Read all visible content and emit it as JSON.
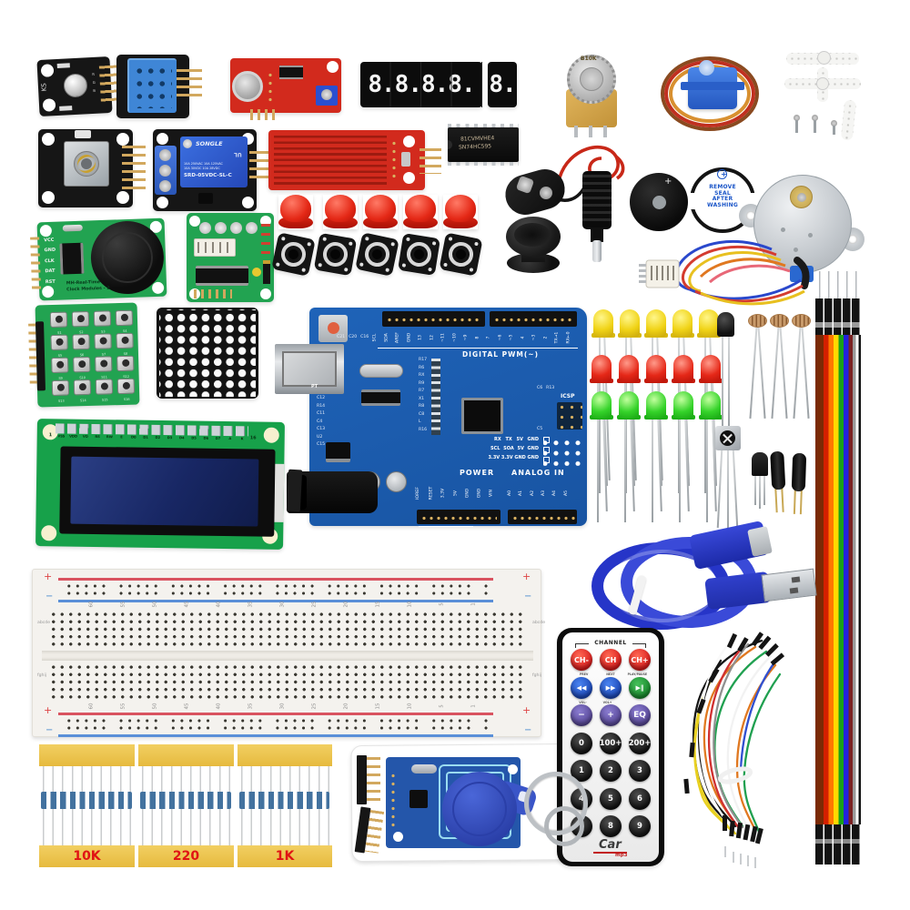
{
  "colors": {
    "arduino_blue": "#1b5db0",
    "pcb_green": "#22a351",
    "pcb_red": "#d22a1d",
    "pcb_black": "#161616",
    "servo_blue": "#2f6fd8",
    "lcd_screen": "#1b2d6b",
    "remote_red": "#d91c1c",
    "remote_blue": "#1c48b8",
    "remote_green": "#1a8a2e",
    "remote_purple": "#584898",
    "tape_yellow": "#ecc44f",
    "resistor_label_red": "#e01414",
    "ribbon_colors": [
      "#7b2a05",
      "#d42000",
      "#ff7700",
      "#ffd900",
      "#18a018",
      "#2222dd",
      "#7a2222",
      "#999999",
      "#ffffff",
      "#111111"
    ]
  },
  "rgb_module": {
    "ks": "KS",
    "pins": [
      "R",
      "G",
      "B"
    ]
  },
  "seven_segment": {
    "four_digit": "8.8.8.8.",
    "one_digit": "8."
  },
  "potentiometer": {
    "label": "B10K"
  },
  "ic": {
    "line1": "81CVMVHE4",
    "line2": "SN74HC595"
  },
  "relay": {
    "ul": "UL",
    "brand": "SONGLE",
    "spec1": "10A 250VAC 10A 125VAC",
    "spec2": "10A 30VDC 10A 28VDC",
    "model": "SRD-05VDC-SL-C"
  },
  "buzzer": {
    "plus": "+"
  },
  "seal_buzzer": {
    "plus": "+",
    "lines": [
      "REMOVE",
      "SEAL",
      "AFTER",
      "WASHING"
    ]
  },
  "rtc": {
    "pins": [
      "VCC",
      "GND",
      "CLK",
      "DAT",
      "RST"
    ],
    "caption1": "MH-Real-Time",
    "caption2": "Clock Modules - 2"
  },
  "keypad": {
    "labels": [
      "S1",
      "S2",
      "S3",
      "S4",
      "S5",
      "S6",
      "S7",
      "S8",
      "S9",
      "S10",
      "S11",
      "S12",
      "S13",
      "S14",
      "S15",
      "S16"
    ]
  },
  "arduino": {
    "digital": "DIGITAL PWM(~)",
    "top_pins": [
      "SCL",
      "SDA",
      "AREF",
      "GND",
      "13",
      "12",
      "~11",
      "~10",
      "~9",
      "8",
      "7",
      "~6",
      "~5",
      "4",
      "~3",
      "2",
      "TX→1",
      "RX←0"
    ],
    "refs_top": [
      "C21",
      "C20",
      "C16"
    ],
    "refs_left": [
      "C12",
      "R14",
      "C11",
      "C4",
      "C13",
      "U2",
      "C15"
    ],
    "refs_mid": [
      "R17",
      "R6",
      "RX",
      "R9",
      "R7",
      "X1",
      "R8",
      "C8",
      "L",
      "R16"
    ],
    "refs_right": [
      "C6",
      "R13"
    ],
    "c5": "C5",
    "pt": "PT",
    "icsp": "ICSP",
    "aux1": "RX TX 5V GND",
    "aux2": "SCL SOA 5V GND",
    "aux3": "3.3V 3.3V GND GND",
    "power": "POWER",
    "analog": "ANALOG IN",
    "power_pins": [
      "IOREF",
      "RESET",
      "3.3V",
      "5V",
      "GND",
      "GND",
      "VIN"
    ],
    "analog_pins": [
      "A0",
      "A1",
      "A2",
      "A3",
      "A4",
      "A5"
    ]
  },
  "lcd": {
    "first": "1",
    "last": "16",
    "pins": [
      "VSS",
      "VDD",
      "VO",
      "RS",
      "RW",
      "E",
      "D0",
      "D1",
      "D2",
      "D3",
      "D4",
      "D5",
      "D6",
      "D7",
      "A",
      "K"
    ]
  },
  "breadboard": {
    "plus": "+",
    "minus": "−",
    "numbers": [
      "60",
      "55",
      "50",
      "45",
      "40",
      "35",
      "30",
      "25",
      "20",
      "15",
      "10",
      "5",
      "1"
    ],
    "letters_top": [
      "a",
      "b",
      "c",
      "d",
      "e"
    ],
    "letters_bottom": [
      "f",
      "g",
      "h",
      "i",
      "j"
    ]
  },
  "remote": {
    "channel": "CHANNEL",
    "row1": [
      "CH-",
      "CH",
      "CH+"
    ],
    "row1_sub": [
      "PREV",
      "NEXT",
      "PLAY/PAUSE"
    ],
    "row2": [
      "◀◀",
      "▶▶",
      "▶‖"
    ],
    "row2_sub": [
      "VOL-",
      "VOL+"
    ],
    "row3": [
      "−",
      "+",
      "EQ"
    ],
    "row4": [
      "0",
      "100+",
      "200+"
    ],
    "row5": [
      "1",
      "2",
      "3"
    ],
    "row6": [
      "4",
      "5",
      "6"
    ],
    "row7": [
      "7",
      "8",
      "9"
    ],
    "logo": "Car",
    "logo_sub": "mp3"
  },
  "resistors": {
    "groups": [
      "10K",
      "220",
      "1K"
    ]
  }
}
